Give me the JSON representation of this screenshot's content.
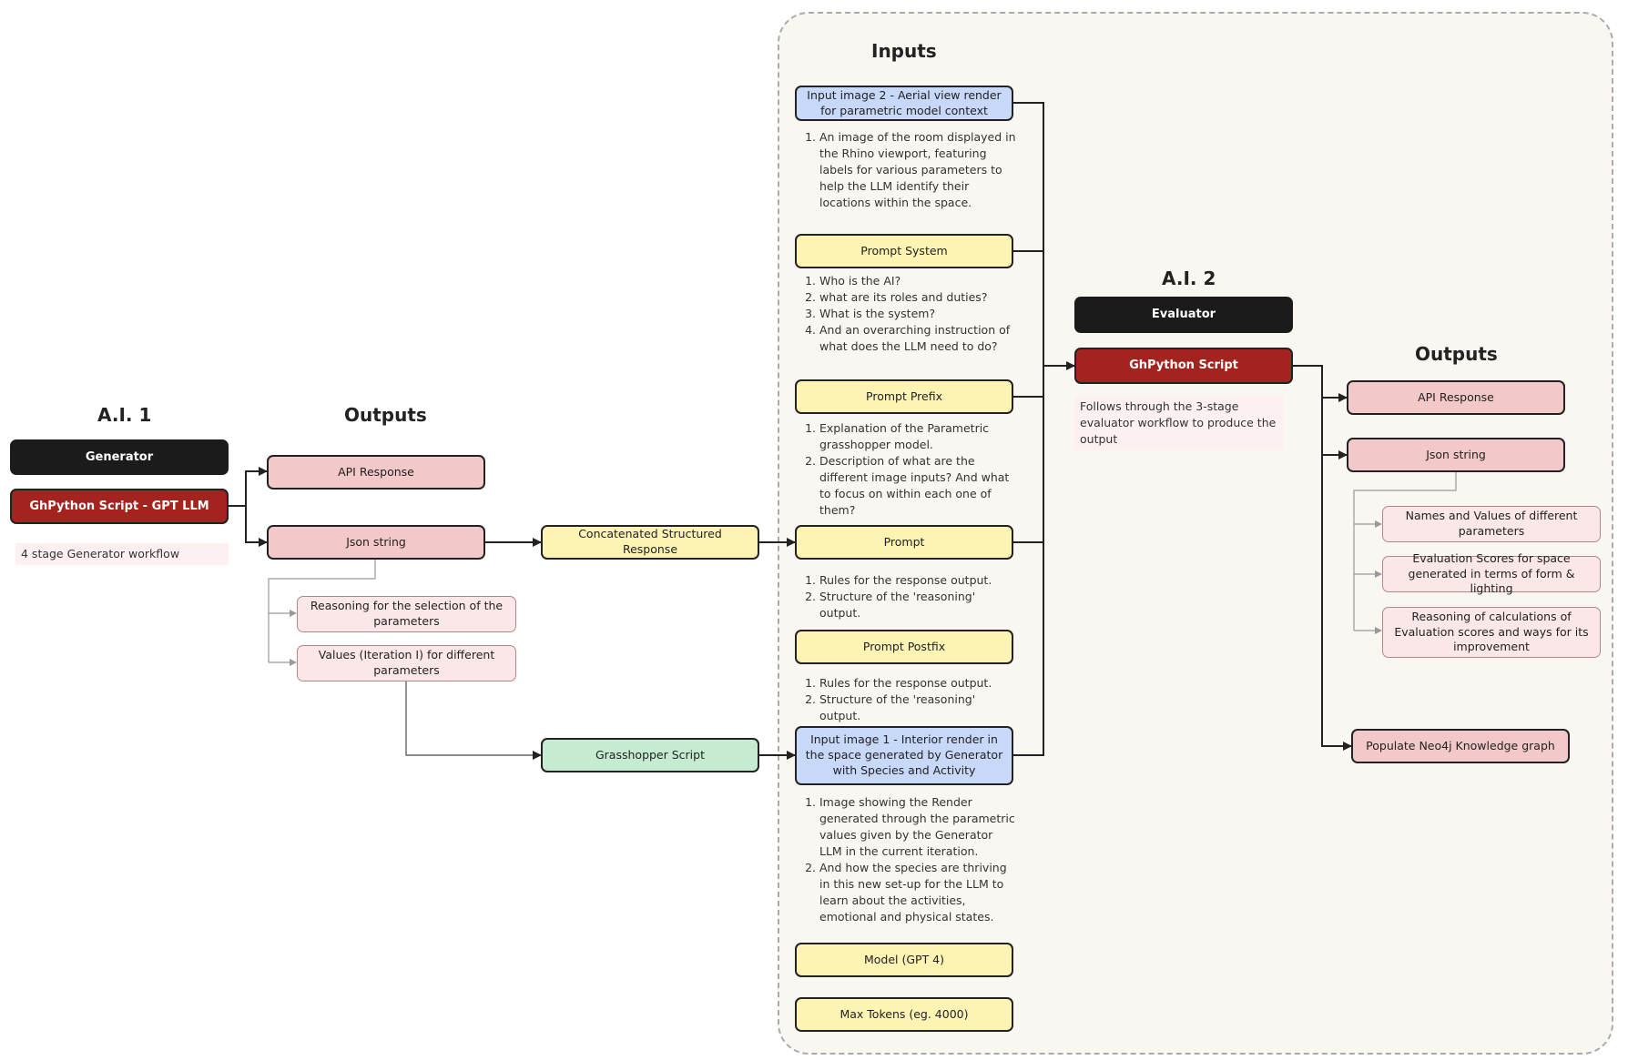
{
  "ai1": {
    "heading": "A.I. 1",
    "generator_label": "Generator",
    "script_label": "GhPython Script - GPT LLM",
    "note": "4 stage Generator workflow"
  },
  "outputs1": {
    "heading": "Outputs",
    "api_response": "API Response",
    "json_string": "Json string",
    "reasoning": "Reasoning for the selection of the parameters",
    "values": "Values (Iteration I) for different parameters"
  },
  "concatenated": "Concatenated Structured Response",
  "grasshopper": "Grasshopper Script",
  "inputs": {
    "heading": "Inputs",
    "image2_label": "Input image 2 - Aerial view render for parametric model context",
    "image2_notes": [
      "An image of the room displayed in the Rhino viewport, featuring labels for various parameters to help the LLM identify their locations within the space."
    ],
    "prompt_system_label": "Prompt System",
    "prompt_system_notes": [
      "Who is the AI?",
      "what are its roles and duties?",
      "What is the system?",
      "And an overarching instruction of what does the LLM need to do?"
    ],
    "prompt_prefix_label": "Prompt Prefix",
    "prompt_prefix_notes": [
      "Explanation of the Parametric grasshopper model.",
      "Description of what are the different image inputs? And what to focus on within each one of them?"
    ],
    "prompt_label": "Prompt",
    "prompt_notes": [
      "Rules for the response output.",
      "Structure of the 'reasoning' output."
    ],
    "prompt_postfix_label": "Prompt Postfix",
    "prompt_postfix_notes": [
      "Rules for the response output.",
      "Structure of the 'reasoning' output."
    ],
    "image1_label": "Input image 1 - Interior render in the space generated by Generator with Species and Activity",
    "image1_notes": [
      "Image showing the Render generated through the parametric values given by the Generator LLM in the current iteration.",
      "And how the species are thriving in this new set-up for the LLM to learn about the activities, emotional and physical states."
    ],
    "model_label": "Model (GPT 4)",
    "max_tokens_label": "Max Tokens (eg. 4000)"
  },
  "ai2": {
    "heading": "A.I. 2",
    "evaluator_label": "Evaluator",
    "script_label": "GhPython Script",
    "note": "Follows through the 3-stage evaluator workflow to produce the output"
  },
  "outputs2": {
    "heading": "Outputs",
    "api_response": "API Response",
    "json_string": "Json string",
    "names_values": "Names and Values of different parameters",
    "evaluation_scores": "Evaluation Scores for space generated in terms of form & lighting",
    "reasoning_calc": "Reasoning of calculations of Evaluation scores and ways for its improvement",
    "neo4j": "Populate Neo4j Knowledge graph"
  }
}
